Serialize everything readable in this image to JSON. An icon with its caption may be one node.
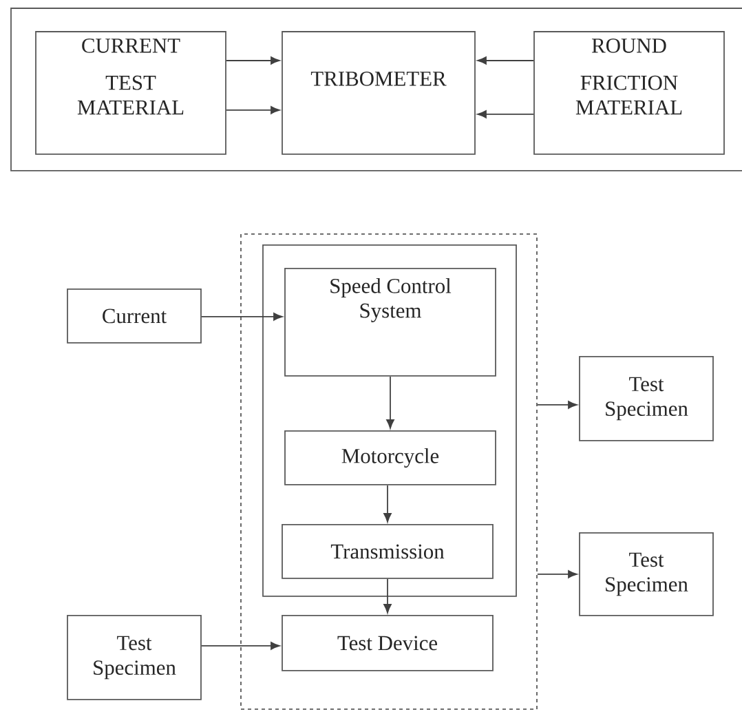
{
  "diagram": {
    "nodes": [
      {
        "text": [],
        "shape": "box"
      },
      {
        "text": [
          "CURRENT",
          "TEST MATERIAL"
        ],
        "in": 0
      },
      {
        "text": [
          "TRIBOMETER"
        ],
        "in": 0
      },
      {
        "text": [
          "ROUND",
          "FRICTION MATERIAL"
        ],
        "in": 0
      },
      {
        "text": [],
        "shape": "box"
      },
      {
        "text": [],
        "shape": "box",
        "in": 4
      },
      {
        "text": [
          "Speed Control System"
        ],
        "in": 5
      },
      {
        "text": [
          "Motorcycle"
        ],
        "in": 5
      },
      {
        "text": [
          "Transmission"
        ],
        "in": 5
      },
      {
        "text": [
          "Test Device"
        ],
        "in": 4
      },
      {
        "text": [
          "Current"
        ]
      },
      {
        "text": [
          "Test Specimen"
        ]
      },
      {
        "text": [
          "Test Specimen"
        ]
      },
      {
        "text": [
          "Test Specimen"
        ]
      }
    ],
    "edges": [
      {
        "from": 1,
        "to": 2,
        "arrow": "to"
      },
      {
        "from": 1,
        "to": 2,
        "arrow": "to"
      },
      {
        "from": 3,
        "to": 2,
        "arrow": "to"
      },
      {
        "from": 3,
        "to": 2,
        "arrow": "to"
      },
      {
        "from": 10,
        "to": 6,
        "arrow": "to"
      },
      {
        "from": 6,
        "to": 7,
        "arrow": "to"
      },
      {
        "from": 7,
        "to": 8,
        "arrow": "to"
      },
      {
        "from": 8,
        "to": 9,
        "arrow": "to"
      },
      {
        "from": 13,
        "to": 9,
        "arrow": "to"
      },
      {
        "from": 4,
        "to": 11,
        "arrow": "to"
      },
      {
        "from": 4,
        "to": 12,
        "arrow": "to"
      }
    ]
  }
}
